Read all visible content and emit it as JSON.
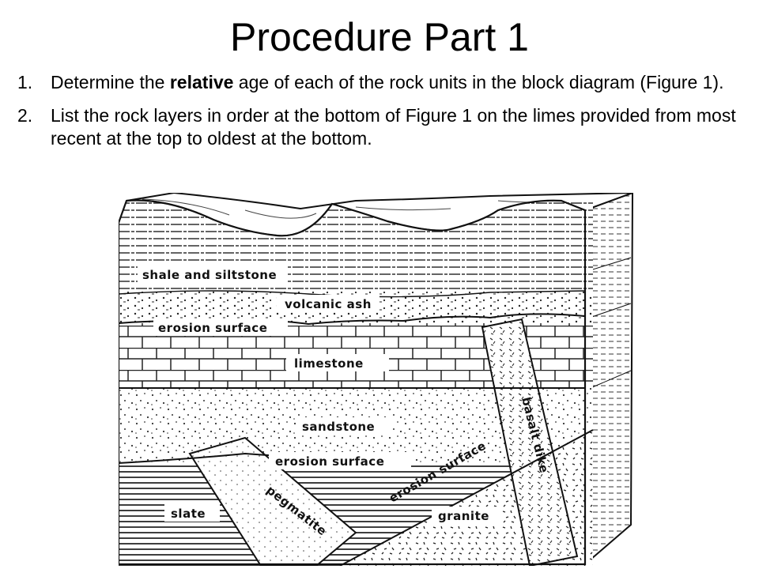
{
  "slide": {
    "title": "Procedure Part 1",
    "steps": [
      {
        "number": "1.",
        "text_before": "Determine the ",
        "bold": "relative",
        "text_after": " age of each of the rock units in the block diagram (Figure 1)."
      },
      {
        "number": "2.",
        "text": "List the rock layers in order at the bottom of Figure 1 on the limes provided from most recent at the top to oldest at the bottom."
      }
    ]
  },
  "figure": {
    "labels": {
      "shale": "shale and siltstone",
      "ash": "volcanic ash",
      "erosion_upper": "erosion surface",
      "limestone": "limestone",
      "sandstone": "sandstone",
      "erosion_lower": "erosion surface",
      "erosion_granite": "erosion surface",
      "basalt": "basalt dike",
      "pegmatite": "pegmatite",
      "slate": "slate",
      "granite": "granite"
    }
  }
}
